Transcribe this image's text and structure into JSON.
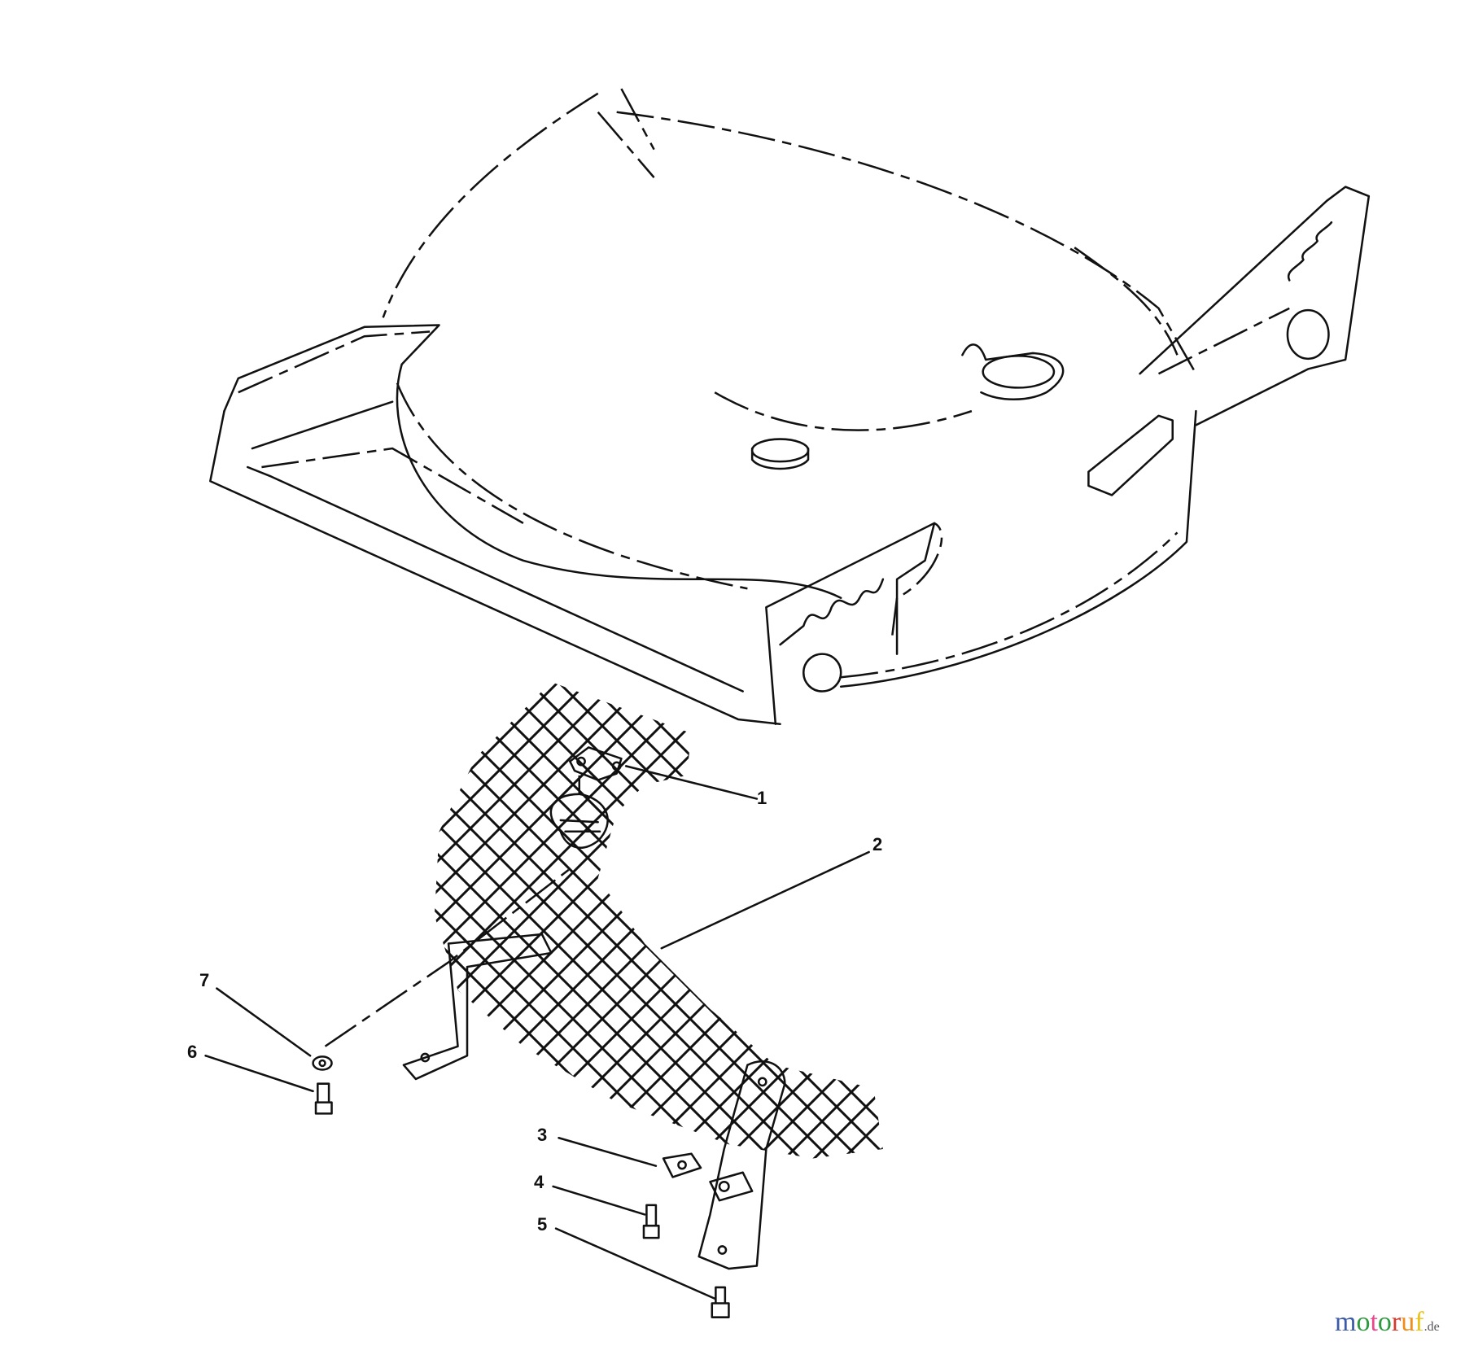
{
  "diagram": {
    "callouts": [
      {
        "id": "1",
        "label": "1"
      },
      {
        "id": "2",
        "label": "2"
      },
      {
        "id": "3",
        "label": "3"
      },
      {
        "id": "4",
        "label": "4"
      },
      {
        "id": "5",
        "label": "5"
      },
      {
        "id": "6",
        "label": "6"
      },
      {
        "id": "7",
        "label": "7"
      }
    ],
    "line_color": "#111111"
  },
  "watermark": {
    "text": "motoruf",
    "suffix": ".de",
    "colors": [
      "#3b5ba8",
      "#2e9a3e",
      "#e8478b",
      "#2e9a3e",
      "#d73a2c",
      "#f08c1a",
      "#e9c21b"
    ]
  }
}
